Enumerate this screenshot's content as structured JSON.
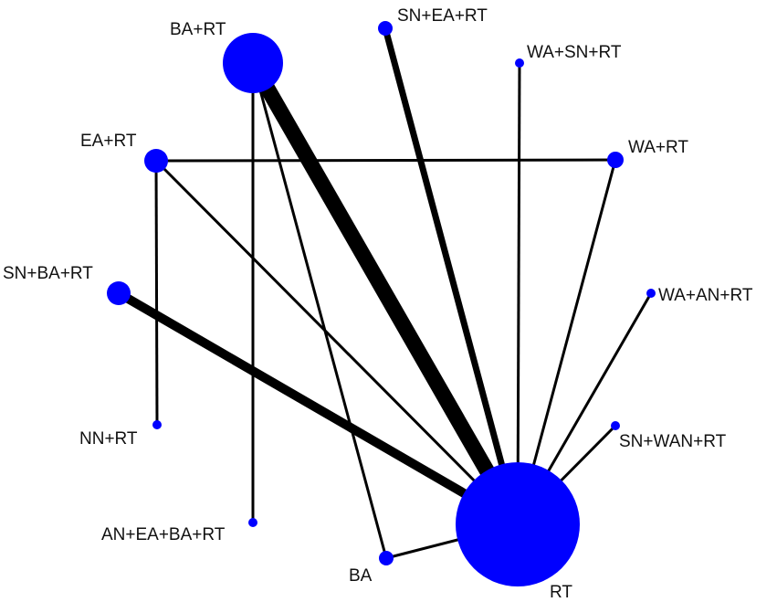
{
  "colors": {
    "node": "#0000ff",
    "edge": "#000000",
    "label": "#111111",
    "background": "#ffffff"
  },
  "nodes": [
    {
      "id": "BA+RT",
      "label": "BA+RT"
    },
    {
      "id": "SN+EA+RT",
      "label": "SN+EA+RT"
    },
    {
      "id": "WA+SN+RT",
      "label": "WA+SN+RT"
    },
    {
      "id": "EA+RT",
      "label": "EA+RT"
    },
    {
      "id": "WA+RT",
      "label": "WA+RT"
    },
    {
      "id": "SN+BA+RT",
      "label": "SN+BA+RT"
    },
    {
      "id": "WA+AN+RT",
      "label": "WA+AN+RT"
    },
    {
      "id": "NN+RT",
      "label": "NN+RT"
    },
    {
      "id": "SN+WAN+RT",
      "label": "SN+WAN+RT"
    },
    {
      "id": "AN+EA+BA+RT",
      "label": "AN+EA+BA+RT"
    },
    {
      "id": "BA",
      "label": "BA"
    },
    {
      "id": "RT",
      "label": "RT"
    }
  ],
  "edges": [
    {
      "from": "BA+RT",
      "to": "RT"
    },
    {
      "from": "SN+BA+RT",
      "to": "RT"
    },
    {
      "from": "SN+EA+RT",
      "to": "RT"
    },
    {
      "from": "BA+RT",
      "to": "AN+EA+BA+RT"
    },
    {
      "from": "BA+RT",
      "to": "BA"
    },
    {
      "from": "EA+RT",
      "to": "WA+RT"
    },
    {
      "from": "EA+RT",
      "to": "NN+RT"
    },
    {
      "from": "EA+RT",
      "to": "RT"
    },
    {
      "from": "WA+SN+RT",
      "to": "RT"
    },
    {
      "from": "WA+RT",
      "to": "RT"
    },
    {
      "from": "WA+AN+RT",
      "to": "RT"
    },
    {
      "from": "SN+WAN+RT",
      "to": "RT"
    },
    {
      "from": "BA",
      "to": "RT"
    }
  ]
}
